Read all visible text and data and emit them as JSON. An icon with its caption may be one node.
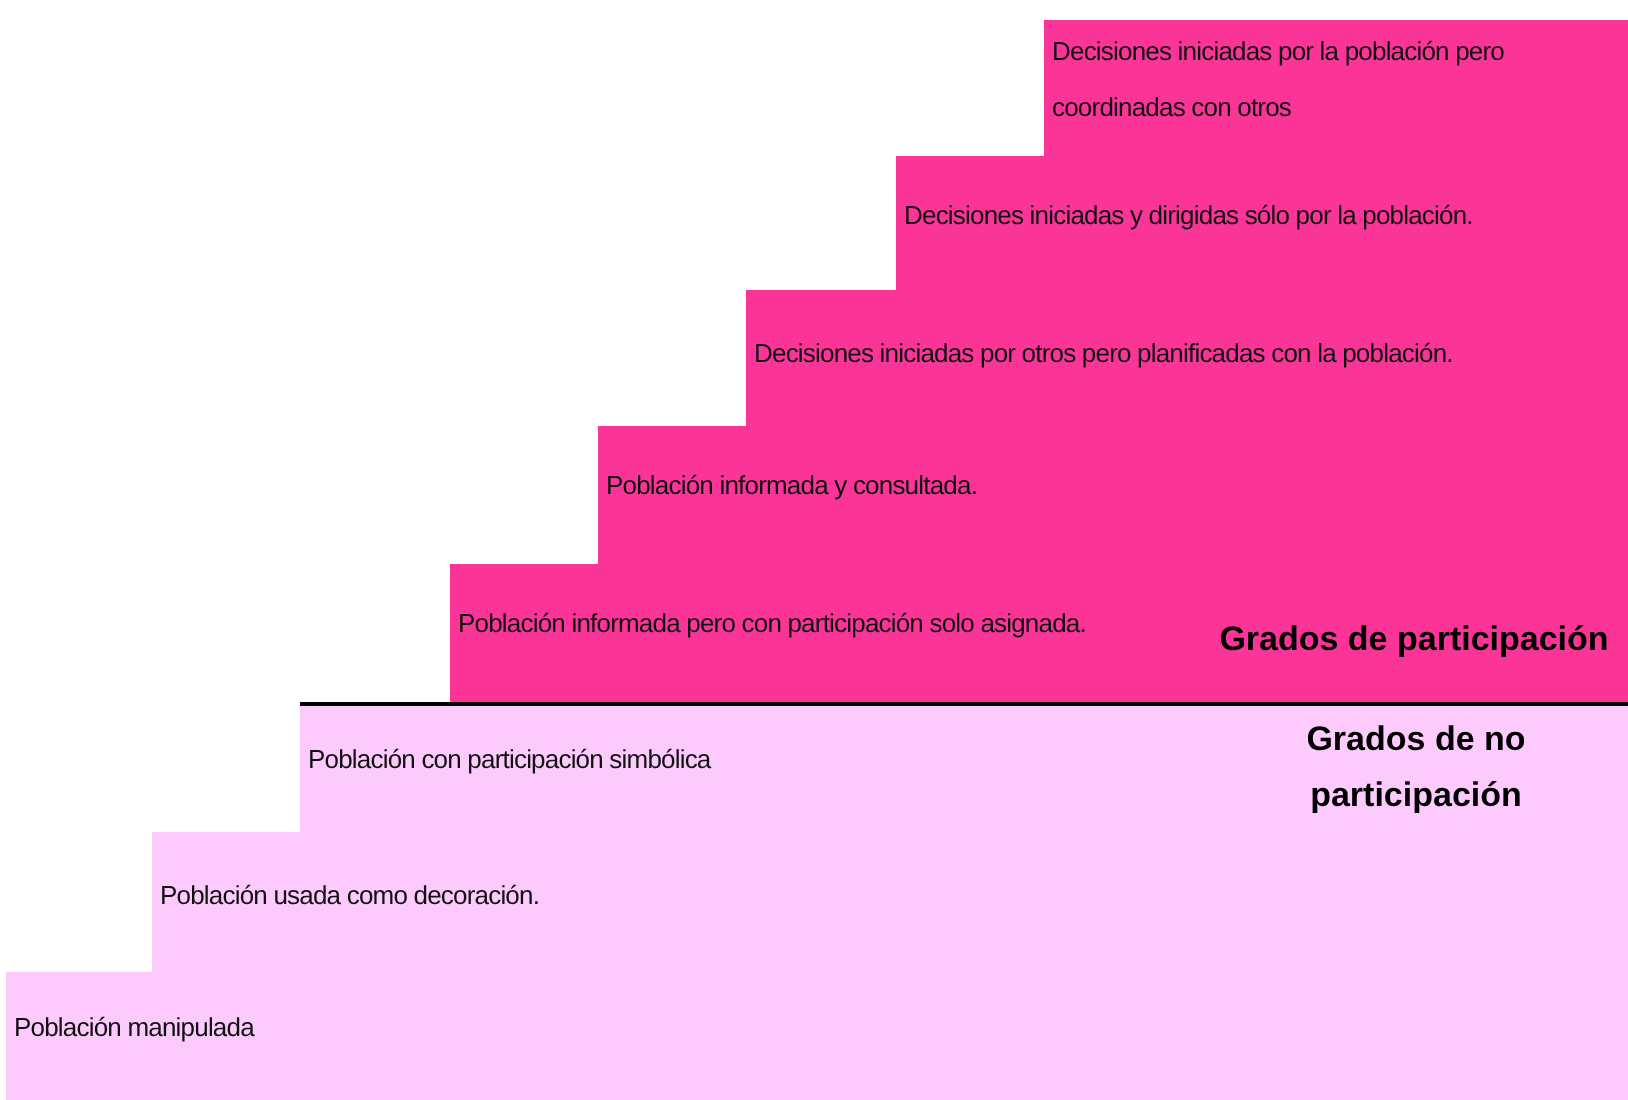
{
  "diagram": {
    "nodes": [
      {
        "text": [
          "Decisiones iniciadas por la población pero coordinadas con otros"
        ]
      },
      {
        "text": [
          "Decisiones iniciadas y dirigidas sólo por la población."
        ]
      },
      {
        "text": [
          "Decisiones iniciadas por otros pero planificadas con la población."
        ]
      },
      {
        "text": [
          "Población informada y consultada."
        ]
      },
      {
        "text": [
          "Población informada pero con participación solo asignada."
        ]
      },
      {
        "text": [
          "Población con participación simbólica"
        ]
      },
      {
        "text": [
          "Población usada como decoración."
        ]
      },
      {
        "text": [
          "Población manipulada"
        ]
      }
    ],
    "labels": [
      "Grados de participación",
      "Grados de no participación"
    ]
  }
}
